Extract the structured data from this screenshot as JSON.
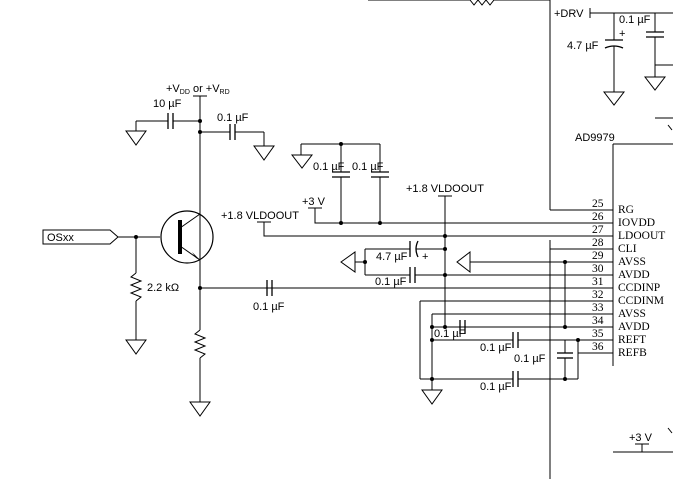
{
  "supply": {
    "vdd_vrd": "+V",
    "vdd_sub": "DD",
    "or": " or +V",
    "vrd_sub": "RD",
    "drv": "+DRV",
    "v3_top": "+3 V",
    "v3_bottom": "+3 V",
    "vldoout_left": "+1.8 VLDOOUT",
    "vldoout_right": "+1.8 VLDOOUT"
  },
  "components": {
    "c_10u": "10 µF",
    "c_01u_top": "0.1 µF",
    "c_01u_a": "0.1 µF",
    "c_01u_b": "0.1 µF",
    "c_01u_couple": "0.1 µF",
    "c_47u_mid": "4.7 µF",
    "plus_mid": "+",
    "c_01u_mid": "0.1 µF",
    "r_22k": "2.2 kΩ",
    "c_01u_drv": "0.1 µF",
    "c_47u_drv": "4.7 µF",
    "plus_drv": "+",
    "c_01u_r1": "0.1 µF",
    "c_01u_r2": "0.1 µF",
    "c_01u_r3": "0.1 µF",
    "c_01u_r4": "0.1 µF"
  },
  "input": {
    "label": "OSxx"
  },
  "chip": {
    "name": "AD9979",
    "pins": [
      {
        "num": "25",
        "name": "RG"
      },
      {
        "num": "26",
        "name": "IOVDD"
      },
      {
        "num": "27",
        "name": "LDOOUT"
      },
      {
        "num": "28",
        "name": "CLI"
      },
      {
        "num": "29",
        "name": "AVSS"
      },
      {
        "num": "30",
        "name": "AVDD"
      },
      {
        "num": "31",
        "name": "CCDINP"
      },
      {
        "num": "32",
        "name": "CCDINM"
      },
      {
        "num": "33",
        "name": "AVSS"
      },
      {
        "num": "34",
        "name": "AVDD"
      },
      {
        "num": "35",
        "name": "REFT"
      },
      {
        "num": "36",
        "name": "REFB"
      }
    ]
  }
}
